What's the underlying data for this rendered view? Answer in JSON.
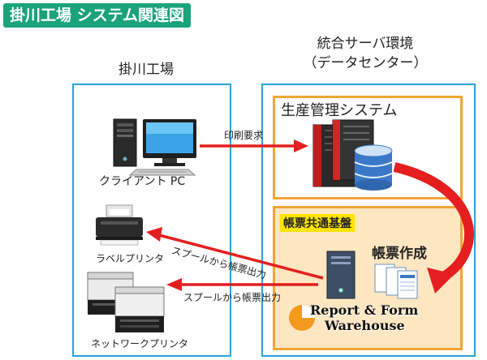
{
  "title": "掛川工場 システム関連図",
  "factory": {
    "heading": "掛川工場",
    "client_pc_label": "クライアント PC",
    "label_printer_label": "ラベルプリンタ",
    "network_printer_label": "ネットワークプリンタ"
  },
  "datacenter": {
    "heading_line1": "統合サーバ環境",
    "heading_line2": "（データセンター）",
    "production_system_label": "生産管理システム",
    "forms_platform_label": "帳票共通基盤",
    "forms_creation_label": "帳票作成",
    "product_line1": "Report & Form",
    "product_line2": "Warehouse"
  },
  "arrows": {
    "print_request": "印刷要求",
    "spool_to_label": "スプールから帳票出力",
    "spool_to_network": "スプールから帳票出力"
  },
  "colors": {
    "banner": "#1aa37a",
    "arrow_red": "#e51f1f",
    "frame_blue": "#29a3d8",
    "box_orange": "#f2a532",
    "platform_fill": "#fde7c3",
    "highlight_yellow": "#ffe400"
  }
}
